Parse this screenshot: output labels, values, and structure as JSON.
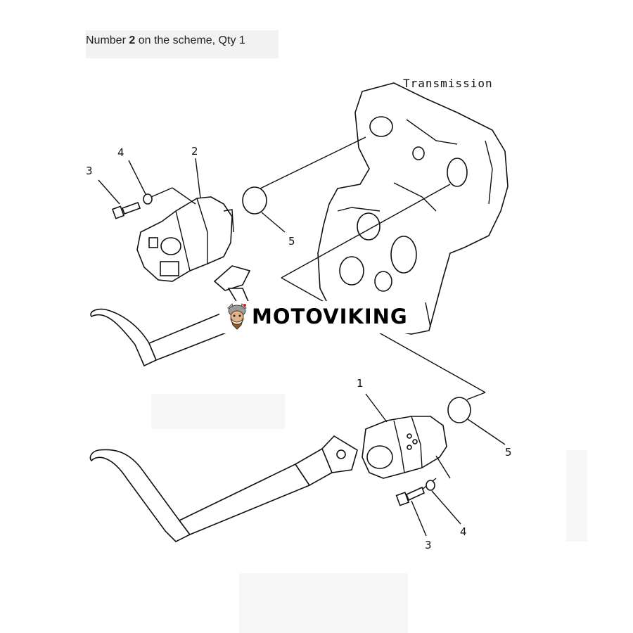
{
  "caption": {
    "prefix": "Number ",
    "number": "2",
    "suffix": " on the scheme, Qty 1"
  },
  "diagram": {
    "component_label": "Transmission",
    "callouts": {
      "top_pump": "2",
      "top_washer": "4",
      "top_bolt": "3",
      "top_oring": "5",
      "bottom_pump": "1",
      "bottom_oring": "5",
      "bottom_bolt": "3",
      "bottom_washer": "4"
    }
  },
  "watermark": {
    "brand": "MOTOVIKING",
    "icon": "viking-mascot-icon"
  }
}
